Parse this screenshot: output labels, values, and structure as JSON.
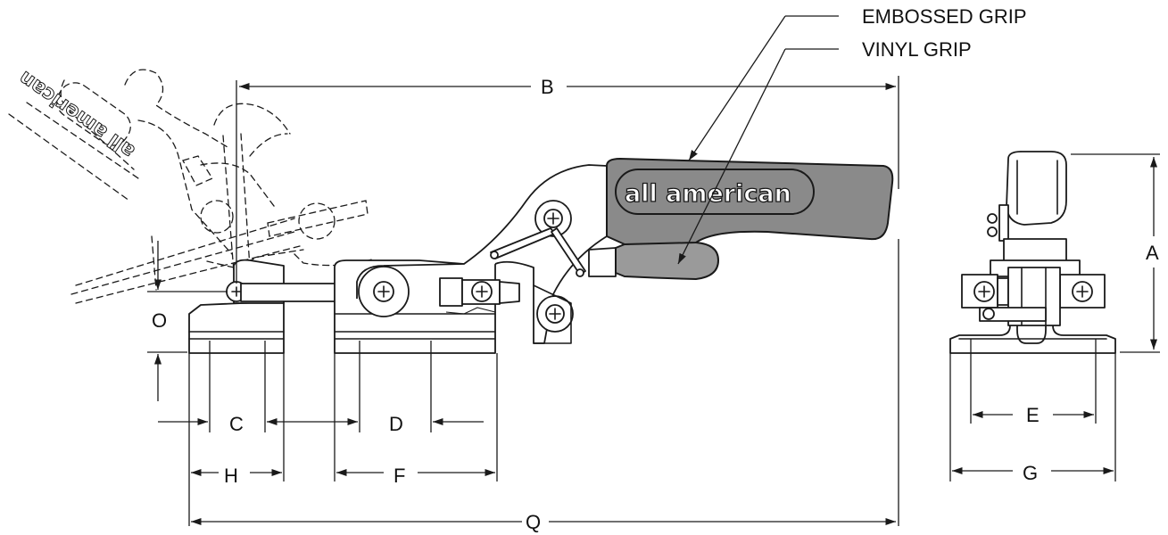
{
  "callouts": {
    "embossed_grip": "EMBOSSED GRIP",
    "vinyl_grip": "VINYL GRIP"
  },
  "logo_text": "all american",
  "dimensions": {
    "A": "A",
    "B": "B",
    "C": "C",
    "D": "D",
    "E": "E",
    "F": "F",
    "G": "G",
    "H": "H",
    "O": "O",
    "Q": "Q"
  }
}
